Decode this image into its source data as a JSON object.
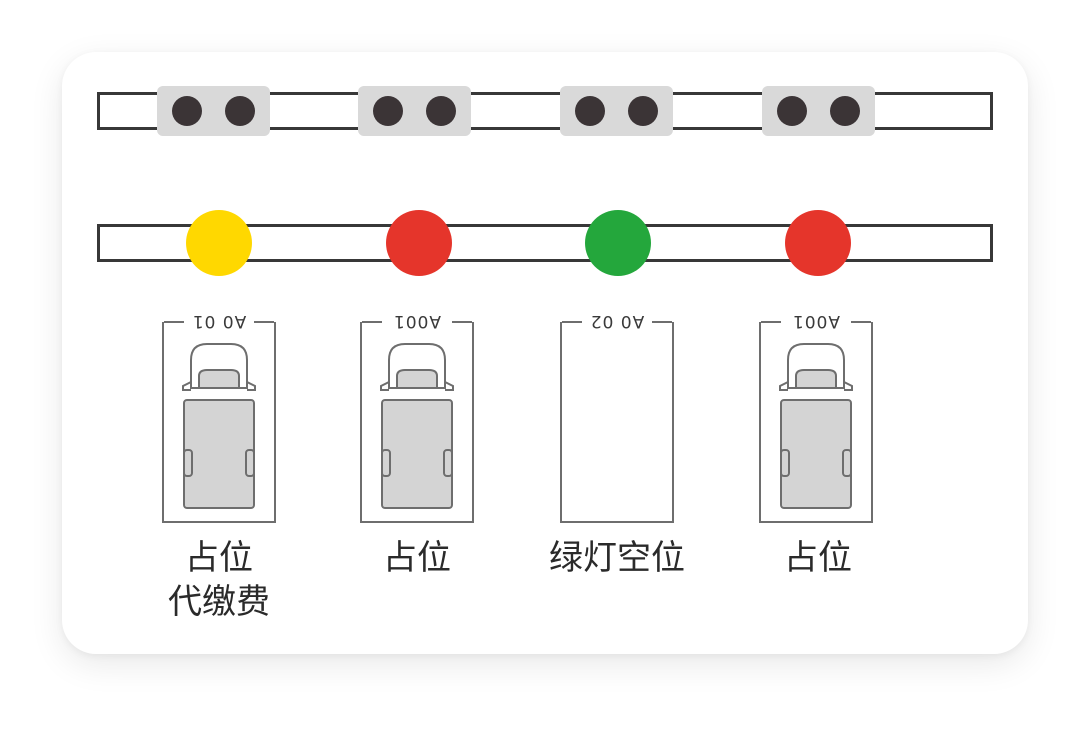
{
  "colors": {
    "rail_border": "#383838",
    "sensor_body": "#d9d9d9",
    "sensor_eye": "#3b3436",
    "lamp_yellow": "#ffd800",
    "lamp_red": "#e5352b",
    "lamp_green": "#24a73c",
    "car_body": "#d4d4d4",
    "line": "#6e6e6e"
  },
  "bays": [
    {
      "code": "A0 01",
      "lamp_color": "#ffd800",
      "occupied": true,
      "label_line1": "占位",
      "label_line2": "代缴费"
    },
    {
      "code": "A001",
      "lamp_color": "#e5352b",
      "occupied": true,
      "label_line1": "占位",
      "label_line2": ""
    },
    {
      "code": "A0 02",
      "lamp_color": "#24a73c",
      "occupied": false,
      "label_line1": "绿灯空位",
      "label_line2": ""
    },
    {
      "code": "A001",
      "lamp_color": "#e5352b",
      "occupied": true,
      "label_line1": "占位",
      "label_line2": ""
    }
  ]
}
